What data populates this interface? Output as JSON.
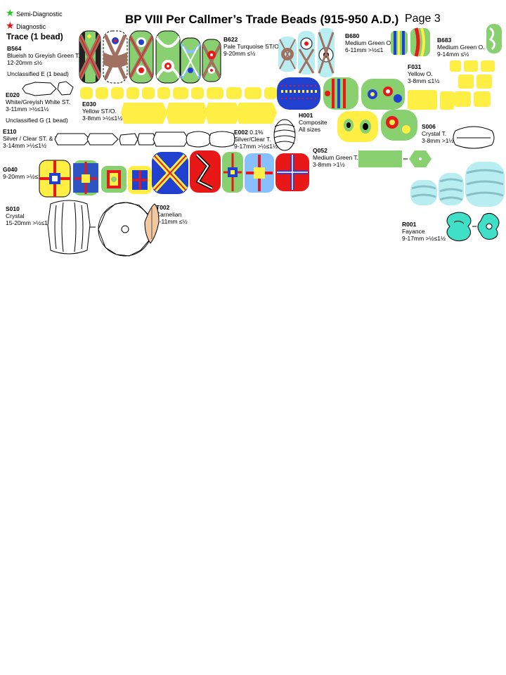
{
  "page": {
    "title": "BP VIII Per Callmer’s Trade Beads (915-950 A.D.)",
    "page_label": "Page 3",
    "legend": {
      "semi_diagnostic": "Semi-Diagnostic",
      "diagnostic": "Diagnostic",
      "semi_color": "#22cc22",
      "diag_color": "#ee1111"
    },
    "trace_heading": "Trace (1 bead)"
  },
  "beads": {
    "b564": {
      "code": "B564",
      "desc": "Blueish to Greyish Green T.",
      "size": "12-20mm ≤½"
    },
    "unclassified_e": {
      "text": "Unclassified E (1 bead)"
    },
    "e020": {
      "code": "E020",
      "desc": "White/Greyish White ST.",
      "size": "3-11mm >½≤1½"
    },
    "unclassified_g": {
      "text": "Unclassified G (1 bead)"
    },
    "e110": {
      "code": "E110",
      "desc": "Silver / Clear ST. & T.",
      "size": "3-14mm >½≤1½"
    },
    "g040": {
      "code": "G040",
      "size": "9-20mm >½≤1"
    },
    "s010": {
      "code": "S010",
      "desc": "Crystal",
      "size": "15-20mm >½≤1"
    },
    "t002": {
      "code": "T002",
      "desc": "Carnelian",
      "size": "9-11mm ≤½"
    },
    "e030": {
      "code": "E030",
      "desc": "Yellow ST/O.",
      "size": "3-8mm >½≤1½"
    },
    "b622": {
      "code": "B622",
      "desc": "Pale Turquoise ST/O.",
      "size": "9-20mm ≤½"
    },
    "b680": {
      "code": "B680",
      "desc": "Medium Green O.",
      "size": "6-11mm >½≤1"
    },
    "b683": {
      "code": "B683",
      "desc": "Medium Green O.",
      "size": "9-14mm ≤½"
    },
    "f031": {
      "code": "F031",
      "desc": "Yellow O.",
      "size": "3-8mm ≤1½"
    },
    "h001": {
      "code": "H001",
      "desc": "Composite",
      "size": "All sizes"
    },
    "e002": {
      "code": "E002",
      "pct": "0.1%",
      "desc": "Silver/Clear T.",
      "size": "9-17mm >½≤1½"
    },
    "s006": {
      "code": "S006",
      "desc": "Crystal T.",
      "size": "3-8mm >1½"
    },
    "q052": {
      "code": "Q052",
      "desc": "Medium Green T.",
      "size": "3-8mm >1½"
    },
    "r001": {
      "code": "R001",
      "desc": "Fayance",
      "size": "9-17mm >½≤1½"
    }
  },
  "colors": {
    "yellow": "#ffee44",
    "green": "#88d070",
    "turquoise": "#b8eef2",
    "red": "#e81818",
    "blue": "#2040d0",
    "brown": "#a07060",
    "carnelian": "#f2c8a0",
    "fayance": "#40e0c8",
    "stripe": "#88c0c8"
  }
}
